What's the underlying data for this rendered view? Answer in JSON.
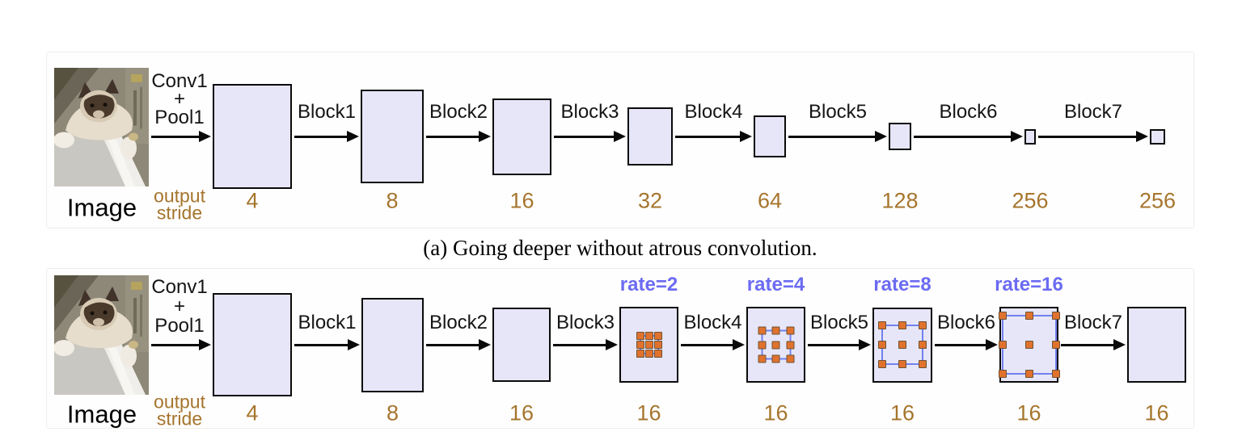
{
  "figure": {
    "caption_a": "(a) Going deeper without atrous convolution.",
    "panels": [
      {
        "name": "a",
        "image_label": "Image",
        "conv_lines": [
          "Conv1",
          "+",
          "Pool1"
        ],
        "output_stride_lines": [
          "output",
          "stride"
        ],
        "block_labels": [
          "Block1",
          "Block2",
          "Block3",
          "Block4",
          "Block5",
          "Block6",
          "Block7"
        ],
        "strides": [
          "4",
          "8",
          "16",
          "32",
          "64",
          "128",
          "256",
          "256"
        ],
        "rates": [
          null,
          null,
          null,
          null,
          null,
          null,
          null,
          null
        ]
      },
      {
        "name": "b",
        "image_label": "Image",
        "conv_lines": [
          "Conv1",
          "+",
          "Pool1"
        ],
        "output_stride_lines": [
          "output",
          "stride"
        ],
        "block_labels": [
          "Block1",
          "Block2",
          "Block3",
          "Block4",
          "Block5",
          "Block6",
          "Block7"
        ],
        "strides": [
          "4",
          "8",
          "16",
          "16",
          "16",
          "16",
          "16",
          "16"
        ],
        "rates": [
          null,
          null,
          null,
          "rate=2",
          "rate=4",
          "rate=8",
          "rate=16",
          null
        ]
      }
    ]
  },
  "colors": {
    "box_fill": "#e6e6f8",
    "box_border": "#0a0a0a",
    "arrow": "#0a0a0a",
    "stride_text": "#a5752d",
    "rate_text": "#6b6bf2",
    "dot_fill": "#e0722d",
    "dot_border": "#6e5136",
    "atrous_grid_line": "#7381ee",
    "panel_border": "#f0ece7",
    "panel_bg": "#fffefe",
    "caption_text": "#000000",
    "label_text": "#111111"
  }
}
